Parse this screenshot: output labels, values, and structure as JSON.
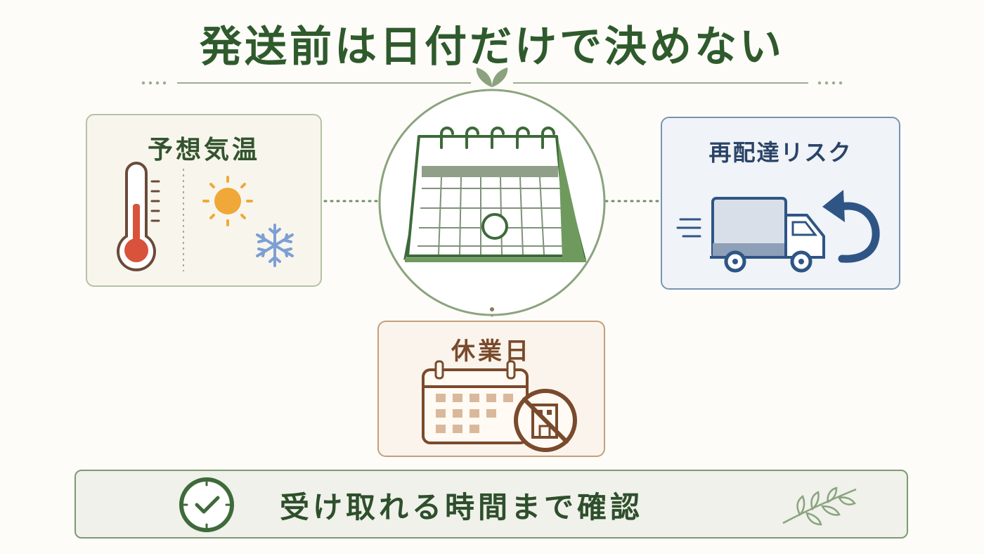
{
  "title": "発送前は日付だけで決めない",
  "center": {
    "icon": "desk-calendar-icon"
  },
  "cards": {
    "temperature": {
      "title": "予想気温",
      "icons": [
        "thermometer-icon",
        "sun-icon",
        "snowflake-icon"
      ]
    },
    "redelivery": {
      "title": "再配達リスク",
      "icons": [
        "delivery-truck-icon",
        "return-arrow-icon"
      ]
    },
    "holiday": {
      "title": "休業日",
      "icons": [
        "calendar-icon",
        "closed-building-icon"
      ]
    }
  },
  "banner": {
    "text": "受け取れる時間まで確認",
    "icons": [
      "clock-icon",
      "leaf-sprig-icon"
    ]
  },
  "colors": {
    "green_dark": "#2f5a2c",
    "green_line": "#8aa37e",
    "blue": "#2e5585",
    "brown": "#8a5a3c",
    "sun": "#f0a838",
    "thermo_red": "#d9533c",
    "snow": "#7d9fd4"
  }
}
